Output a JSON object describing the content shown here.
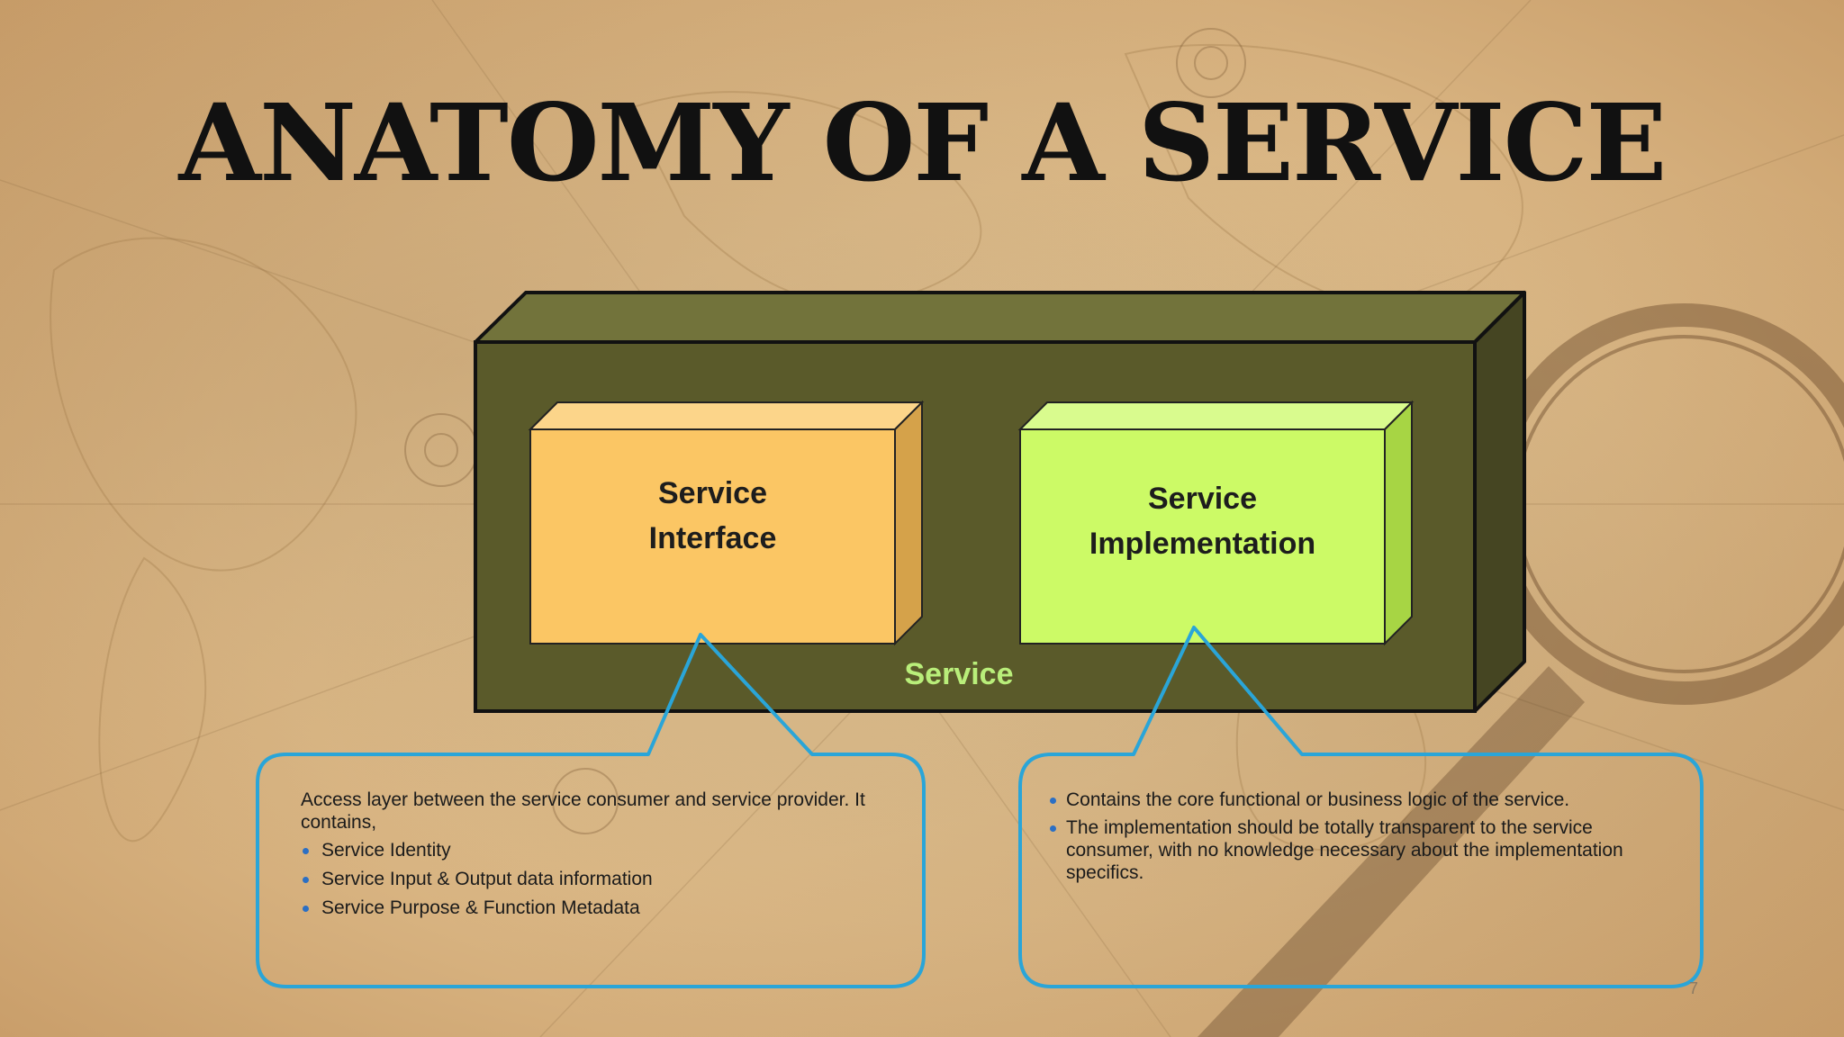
{
  "slide": {
    "title": "ANATOMY OF A SERVICE",
    "page_number": "7"
  },
  "diagram": {
    "interface_box": {
      "line1": "Service",
      "line2": "Interface",
      "color": "#fbc664"
    },
    "implementation_box": {
      "line1": "Service",
      "line2": "Implementation",
      "color": "#ccfa66"
    },
    "container": {
      "label": "Service",
      "color": "#5a5a2a",
      "label_color": "#b9ee7a"
    }
  },
  "callouts": {
    "interface": {
      "intro": "Access layer between the service consumer and service provider. It contains,",
      "items": [
        "Service Identity",
        "Service Input & Output data information",
        "Service Purpose & Function Metadata"
      ]
    },
    "implementation": {
      "items": [
        "Contains the core functional or business logic of the service.",
        "The implementation should be totally transparent to the service consumer, with no knowledge necessary about the implementation specifics."
      ]
    },
    "border_color": "#2aa5d8"
  }
}
